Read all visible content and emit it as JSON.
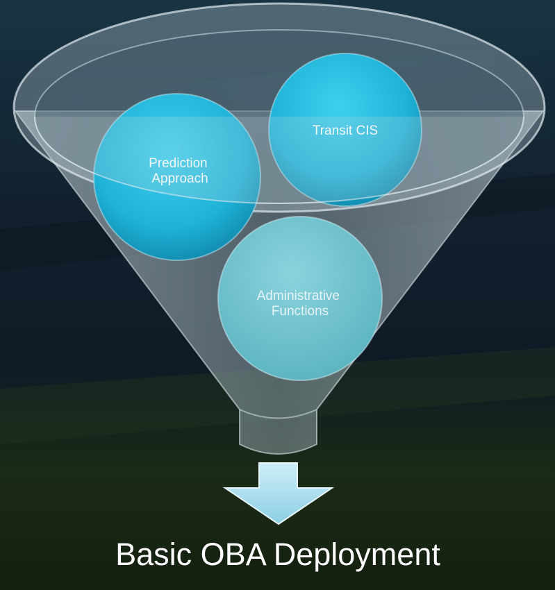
{
  "diagram": {
    "inputs": [
      {
        "lines": [
          "Transit CIS"
        ]
      },
      {
        "lines": [
          "Prediction",
          "Approach"
        ]
      },
      {
        "lines": [
          "Administrative",
          "Functions"
        ]
      }
    ],
    "result": "Basic OBA Deployment",
    "colors": {
      "background_top": "#18313f",
      "background_mid": "#10182a",
      "background_bottom": "#1c2a14",
      "funnel": "#b9c9cf",
      "circle": "#27b6d8",
      "circle_muted": "#76c4cf",
      "arrow": "#a8dcec",
      "text": "#ffffff"
    },
    "icons": {
      "arrow": "down-arrow-icon",
      "funnel": "funnel-icon"
    }
  }
}
